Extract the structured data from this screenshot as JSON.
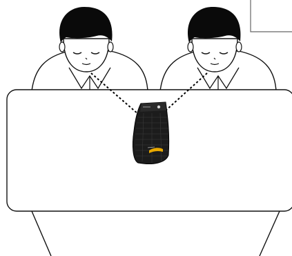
{
  "illustration": {
    "people": [
      {
        "name": "person-left",
        "looking_at": "device"
      },
      {
        "name": "person-right",
        "looking_at": "device"
      }
    ],
    "device": {
      "name": "speakerphone",
      "colors": {
        "body": "#1c1c1c",
        "accent": "#e8a800",
        "highlight": "#d9d9d9"
      }
    },
    "gaze_lines": {
      "style": "dotted",
      "color": "#000000",
      "count": 2
    },
    "colors": {
      "outline": "#111111",
      "hair": "#0a0a0a",
      "background": "#ffffff",
      "frame": "#666666"
    }
  }
}
